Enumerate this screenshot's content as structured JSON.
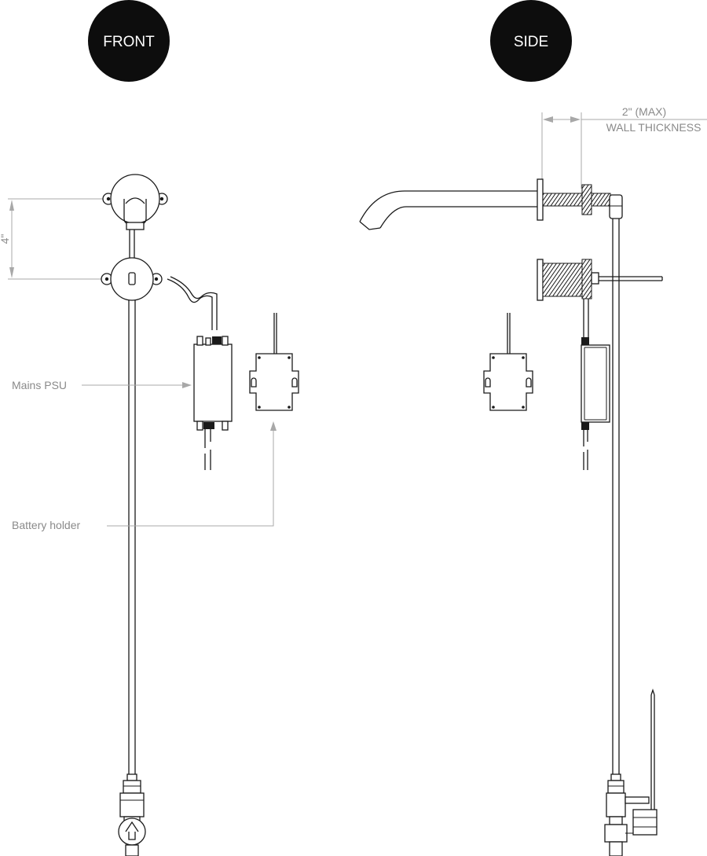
{
  "badges": {
    "front": "FRONT",
    "side": "SIDE"
  },
  "dimensions": {
    "height": "4\"",
    "wall_max": "2\" (MAX)",
    "wall_thickness": "WALL THICKNESS"
  },
  "callouts": {
    "mains_psu": "Mains PSU",
    "battery_holder": "Battery holder"
  },
  "colors": {
    "badge": "#0d0d0d",
    "line": "#1a1a1a",
    "dimension": "#a8a8a8",
    "label": "#8a8a8a"
  }
}
